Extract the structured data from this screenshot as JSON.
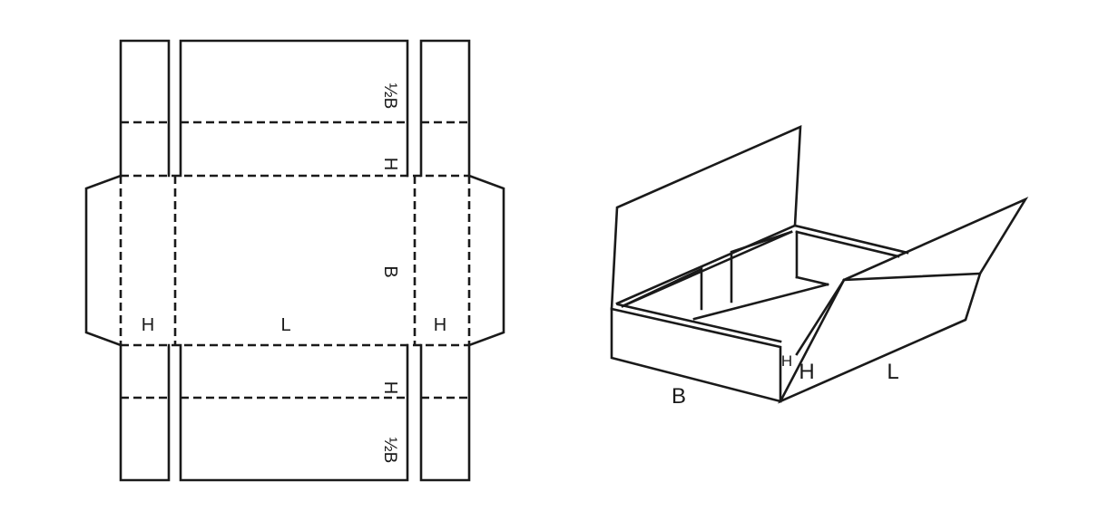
{
  "flat_layout": {
    "labels": {
      "left_side_height": "H",
      "length": "L",
      "right_side_height": "H",
      "breadth": "B",
      "top_flap_height": "H",
      "top_flap_half_breadth": "½B",
      "bottom_flap_height": "H",
      "bottom_flap_half_breadth": "½B"
    }
  },
  "box_3d": {
    "labels": {
      "breadth": "B",
      "front_height": "H",
      "lid_height": "H",
      "length": "L"
    }
  },
  "colors": {
    "line": "#1a1a1a",
    "background": "#ffffff"
  }
}
